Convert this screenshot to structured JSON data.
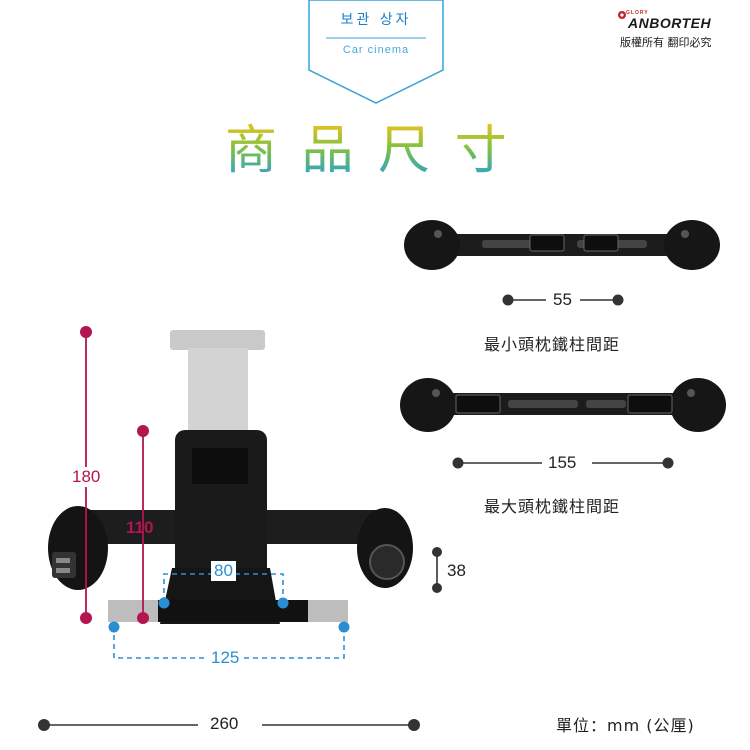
{
  "header": {
    "shield_title": "보관 상자",
    "shield_subtitle": "Car cinema",
    "shield_color": "#3aa0dc"
  },
  "brand": {
    "glory": "GLORY",
    "name": "ANBORTEH",
    "copyright": "版權所有 翻印必究",
    "accent": "#c2272d"
  },
  "title": "商 品 尺 寸",
  "product_dims": {
    "height_total": "180",
    "height_holder": "110",
    "clamp_width": "80",
    "clamp_depth": "38",
    "base_width": "125",
    "total_width": "260",
    "marker_red": "#b2154f",
    "marker_blue": "#2a8fd2"
  },
  "bar_min": {
    "value": "55",
    "caption": "最小頭枕鐵柱間距"
  },
  "bar_max": {
    "value": "155",
    "caption": "最大頭枕鐵柱間距"
  },
  "unit_note": "單位：mm (公厘)"
}
